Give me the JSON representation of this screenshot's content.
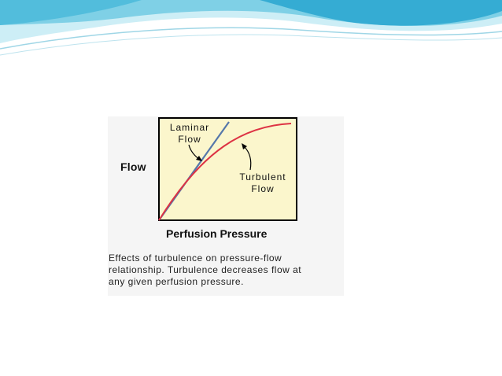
{
  "slide": {
    "colors": {
      "wave_light": "#bfe6f2",
      "wave_mid": "#5fc3de",
      "wave_dark": "#2aa7cf",
      "wave_edge": "#9ecfe0",
      "background": "#ffffff"
    }
  },
  "figure": {
    "labels": {
      "laminar_line1": "Laminar",
      "laminar_line2": "Flow",
      "turbulent_line1": "Turbulent",
      "turbulent_line2": "Flow",
      "y_axis": "Flow",
      "x_axis": "Perfusion Pressure"
    },
    "caption": {
      "line1": "Effects of turbulence on pressure-flow",
      "line2": "relationship.  Turbulence decreases flow at",
      "line3": "any given perfusion pressure."
    },
    "colors": {
      "plot_background": "#fbf6cc",
      "frame": "#000000",
      "laminar_line": "#5577aa",
      "turbulent_line": "#dd3344",
      "arrow": "#000000"
    }
  }
}
